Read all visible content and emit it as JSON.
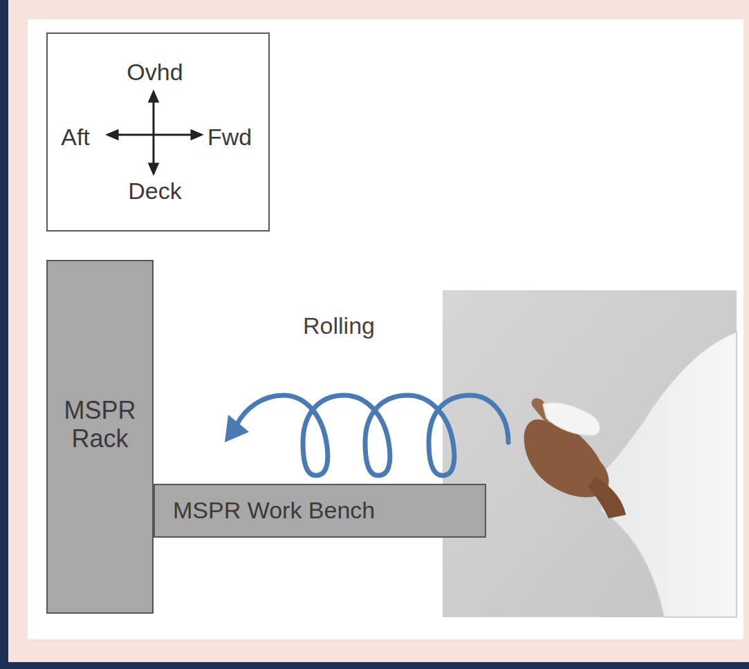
{
  "diagram": {
    "nodes": [
      {
        "text": [
          "Ovhd",
          "Aft",
          "Fwd",
          "Deck"
        ]
      },
      {
        "text": [
          "MSPR Rack"
        ]
      },
      {
        "text": [
          "MSPR Work Bench"
        ]
      }
    ],
    "labels": [
      "Rolling"
    ]
  }
}
